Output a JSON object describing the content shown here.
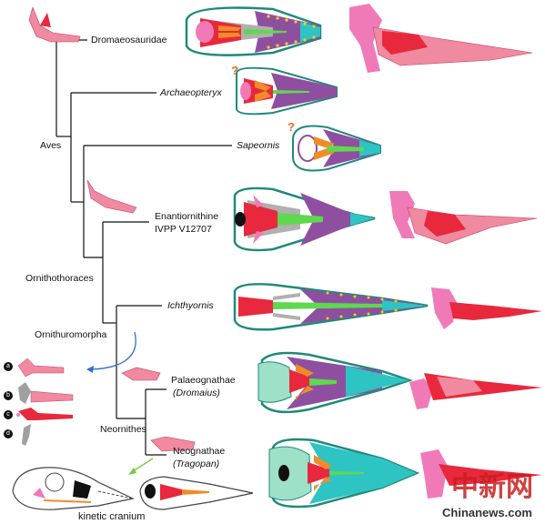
{
  "taxa": [
    {
      "label": "Dromaeosauridae",
      "italic": false
    },
    {
      "label": "Archaeopteryx",
      "italic": true
    },
    {
      "label": "Sapeornis",
      "italic": true
    },
    {
      "label": "Enantiornithine",
      "italic": false
    },
    {
      "label": "IVPP V12707",
      "italic": false
    },
    {
      "label": "Ichthyornis",
      "italic": true
    },
    {
      "label": "Palaeognathae",
      "italic": false
    },
    {
      "label": "(Dromaius)",
      "italic": true
    },
    {
      "label": "Neognathae",
      "italic": false
    },
    {
      "label": "(Tragopan)",
      "italic": true
    }
  ],
  "clades": {
    "aves": "Aves",
    "ornithothoraces": "Ornithothoraces",
    "ornithuromorpha": "Ornithuromorpha",
    "neornithes": "Neornithes"
  },
  "key_letters": [
    "a",
    "b",
    "c",
    "d"
  ],
  "uncertain_mark": "?",
  "kinetic_label": "kinetic cranium",
  "watermark": {
    "chinese": "中新网",
    "site": "Chinanews.com"
  },
  "colors": {
    "tree": "#111111",
    "arrow_blue": "#2f6fd0",
    "arrow_green": "#7ac943",
    "premaxilla": "#2ec4c4",
    "maxilla": "#8e4fa0",
    "quadrate": "#f07ab8",
    "pterygoid": "#e8283c",
    "palatine": "#f08c28",
    "vomer": "#5ed84e",
    "braincase_mint": "#9ee0c8",
    "jugal": "#c0c0c0",
    "teeth": "#f2d400"
  }
}
